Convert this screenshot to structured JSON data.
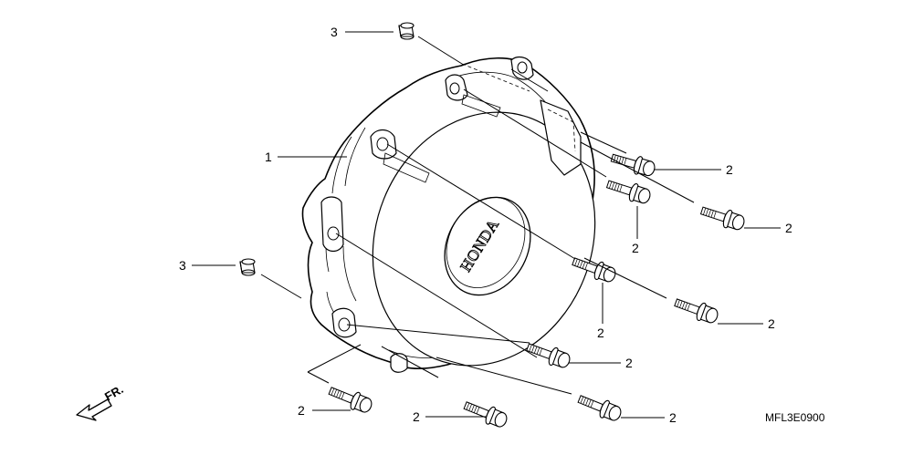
{
  "diagram": {
    "part_cover_callout": "1",
    "bolt_callout": "2",
    "dowel_callout": "3",
    "brand_mark": "HONDA",
    "front_indicator": "FR.",
    "diagram_code": "MFL3E0900"
  }
}
